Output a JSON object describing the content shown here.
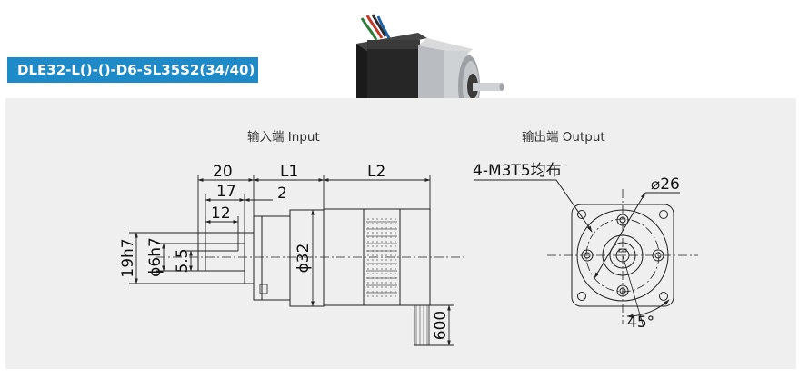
{
  "model_label": "DLE32-L()-()-D6-SL35S2(34/40)",
  "views": {
    "input": {
      "title": "输入端 Input"
    },
    "output": {
      "title": "输出端 Output"
    }
  },
  "dimensions": {
    "d20": "20",
    "dL1": "L1",
    "dL2": "L2",
    "d17": "17",
    "d2": "2",
    "d12": "12",
    "d19h7": "19h7",
    "d6h7": "ϕ6h7",
    "d5_5": "5.5",
    "d32": "ϕ32",
    "d600": "600",
    "holes": "4-M3T5均布",
    "d26": "⌀26",
    "angle": "45°"
  },
  "colors": {
    "accent": "#1e8ac8",
    "panel": "#efefef",
    "line": "#222222"
  }
}
